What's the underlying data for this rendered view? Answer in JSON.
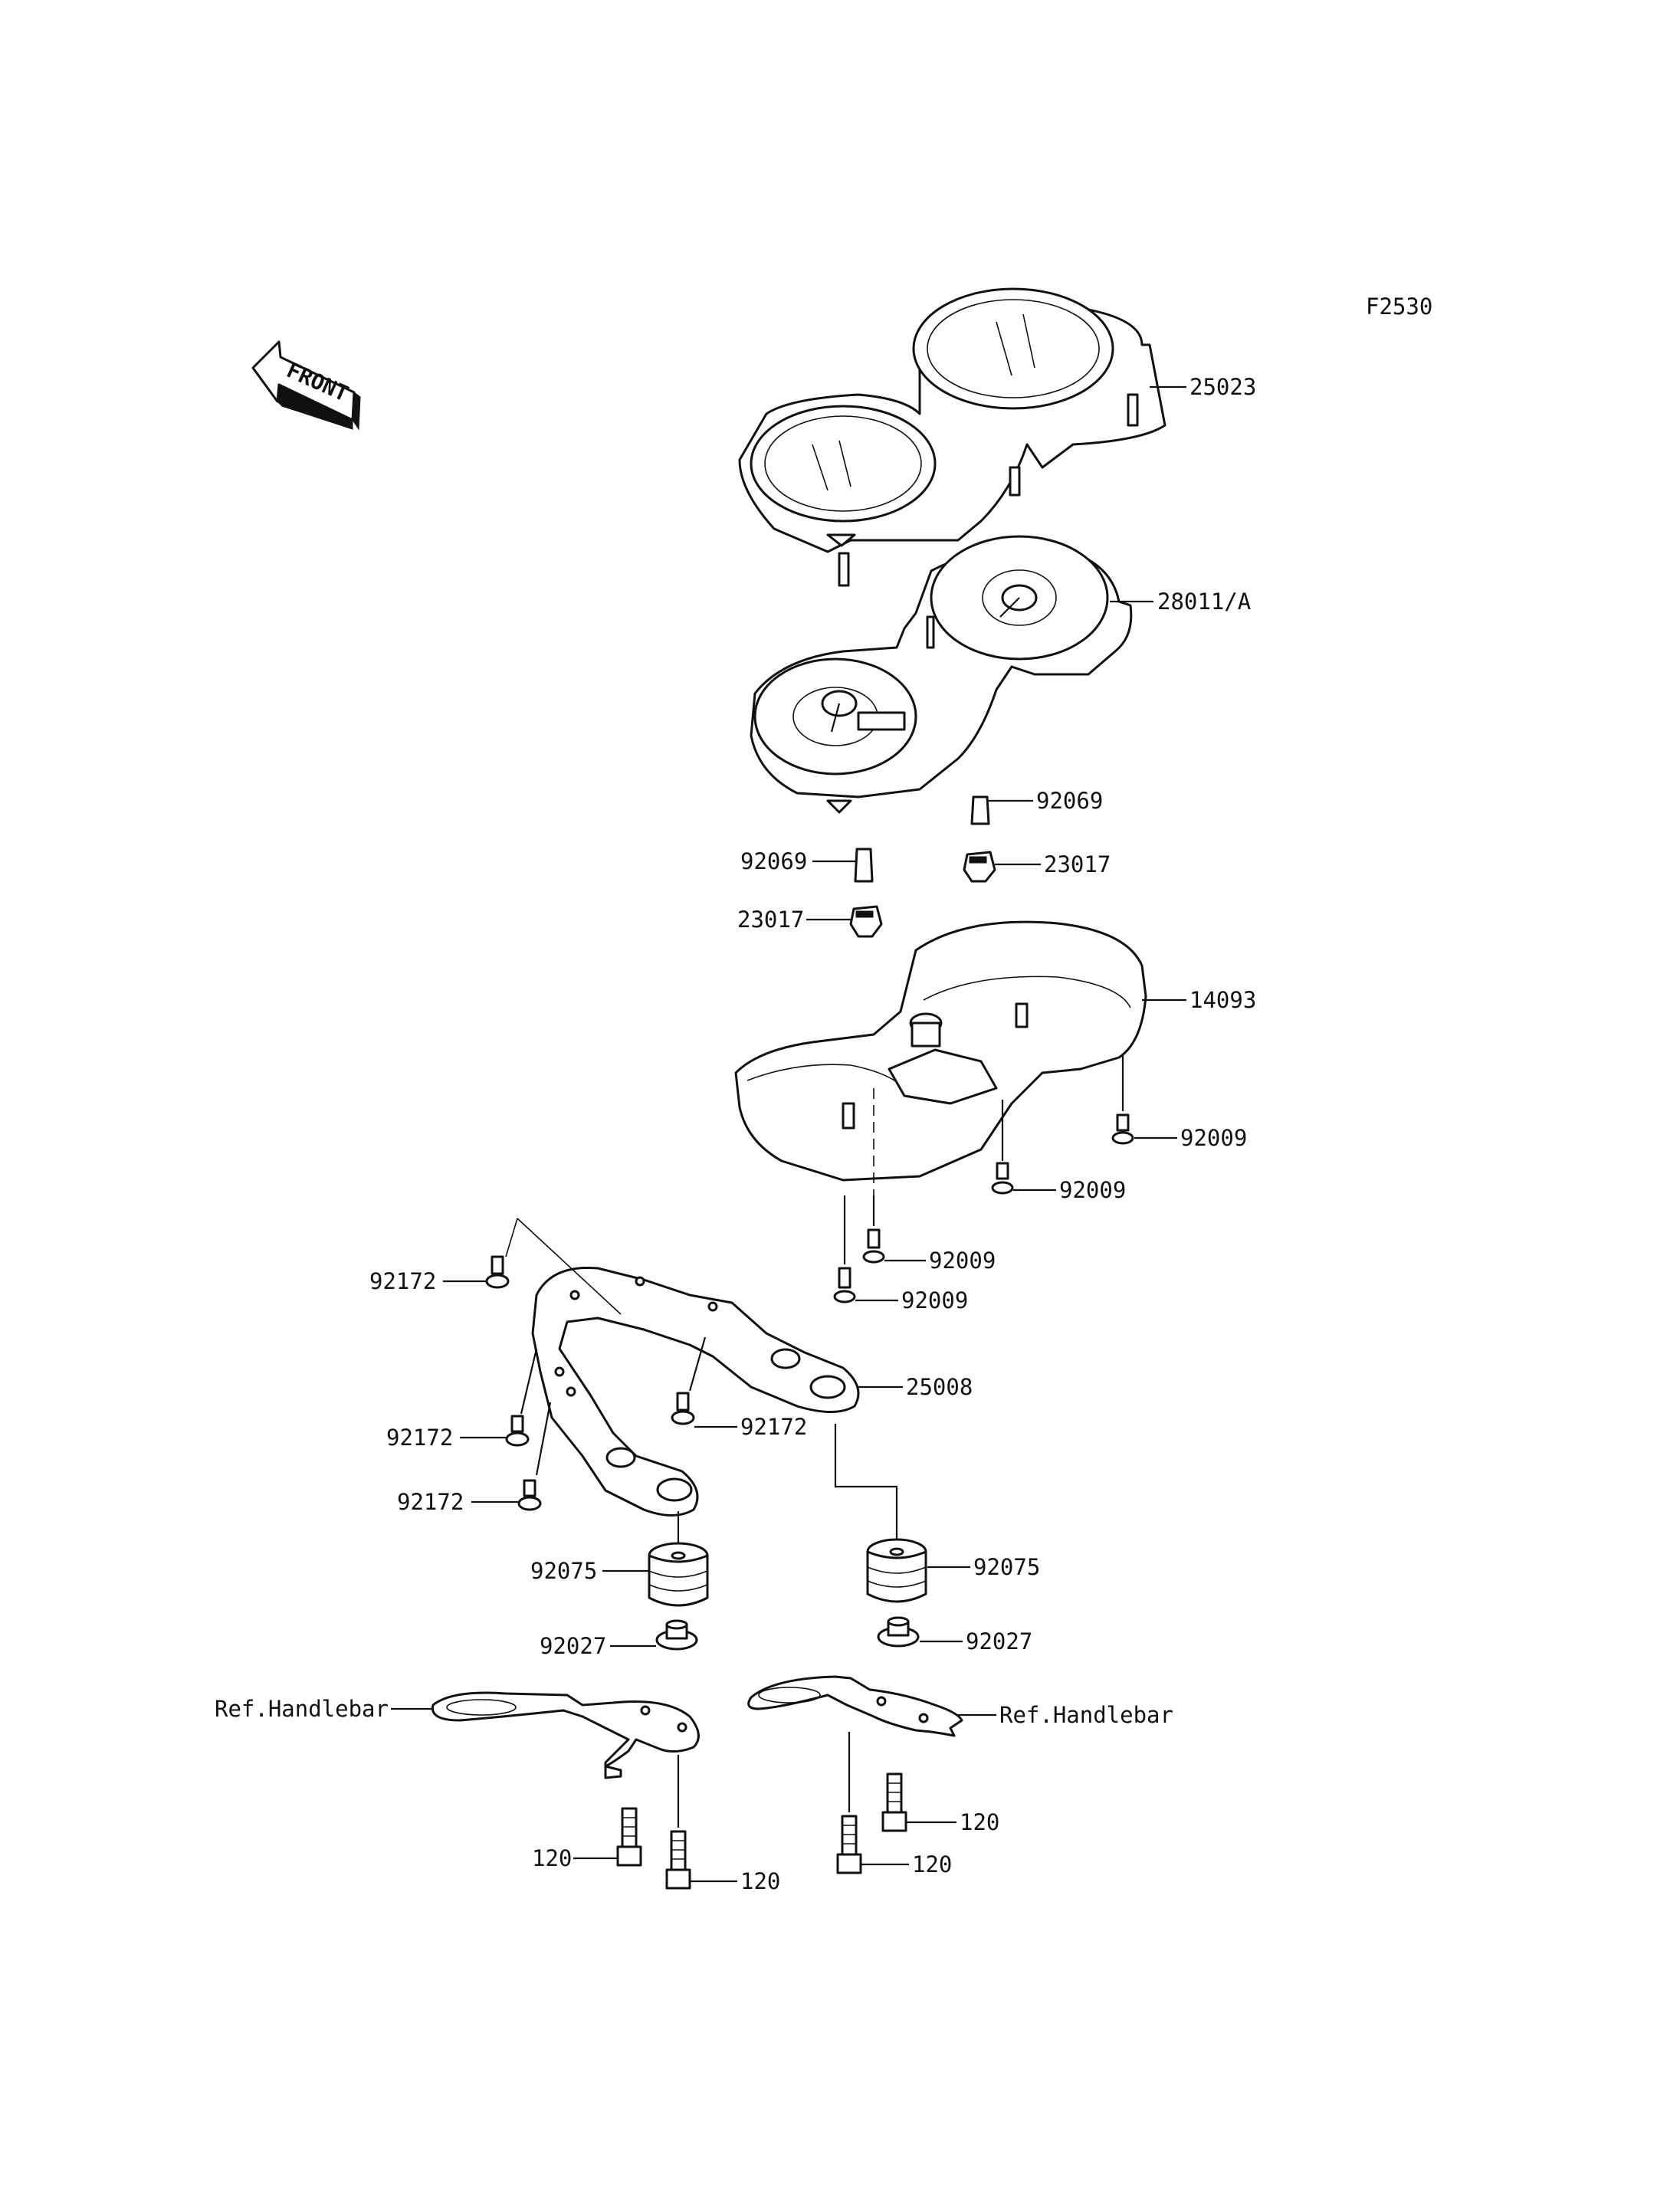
{
  "diagram_id": "F2530",
  "front_arrow_label": "FRONT",
  "callouts": [
    {
      "id": "c-25023",
      "label": "25023"
    },
    {
      "id": "c-28011",
      "label": "28011/A"
    },
    {
      "id": "c-92069-r",
      "label": "92069"
    },
    {
      "id": "c-92069-l",
      "label": "92069"
    },
    {
      "id": "c-23017-r",
      "label": "23017"
    },
    {
      "id": "c-23017-l",
      "label": "23017"
    },
    {
      "id": "c-14093",
      "label": "14093"
    },
    {
      "id": "c-92009-a",
      "label": "92009"
    },
    {
      "id": "c-92009-b",
      "label": "92009"
    },
    {
      "id": "c-92009-c",
      "label": "92009"
    },
    {
      "id": "c-92009-d",
      "label": "92009"
    },
    {
      "id": "c-92172-a",
      "label": "92172"
    },
    {
      "id": "c-25008",
      "label": "25008"
    },
    {
      "id": "c-92172-b",
      "label": "92172"
    },
    {
      "id": "c-92172-c",
      "label": "92172"
    },
    {
      "id": "c-92172-d",
      "label": "92172"
    },
    {
      "id": "c-92075-l",
      "label": "92075"
    },
    {
      "id": "c-92075-r",
      "label": "92075"
    },
    {
      "id": "c-92027-l",
      "label": "92027"
    },
    {
      "id": "c-92027-r",
      "label": "92027"
    },
    {
      "id": "c-ref-l",
      "label": "Ref.Handlebar"
    },
    {
      "id": "c-ref-r",
      "label": "Ref.Handlebar"
    },
    {
      "id": "c-120-a",
      "label": "120"
    },
    {
      "id": "c-120-b",
      "label": "120"
    },
    {
      "id": "c-120-c",
      "label": "120"
    },
    {
      "id": "c-120-d",
      "label": "120"
    }
  ]
}
